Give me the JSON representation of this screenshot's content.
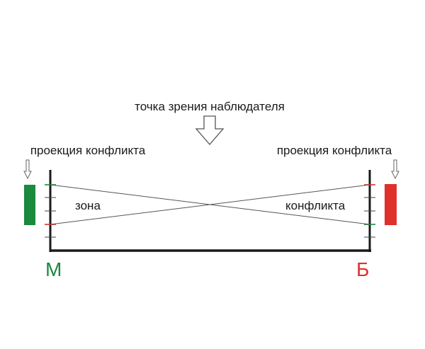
{
  "labels": {
    "viewpoint": "точка зрения наблюдателя",
    "projection_left": "проекция конфликта",
    "projection_right": "проекция конфликта",
    "zone_word_1": "зона",
    "zone_word_2": "конфликта",
    "letter_left": "М",
    "letter_right": "Б"
  },
  "colors": {
    "green": "#1a8a3c",
    "red": "#e0302a",
    "line": "#1a1a1a",
    "thin_line": "#555555",
    "arrow_outline": "#555555"
  },
  "icons": {
    "viewpoint_arrow": "hollow-down-arrow-icon",
    "projection_arrow": "thin-hollow-down-arrow-icon"
  }
}
